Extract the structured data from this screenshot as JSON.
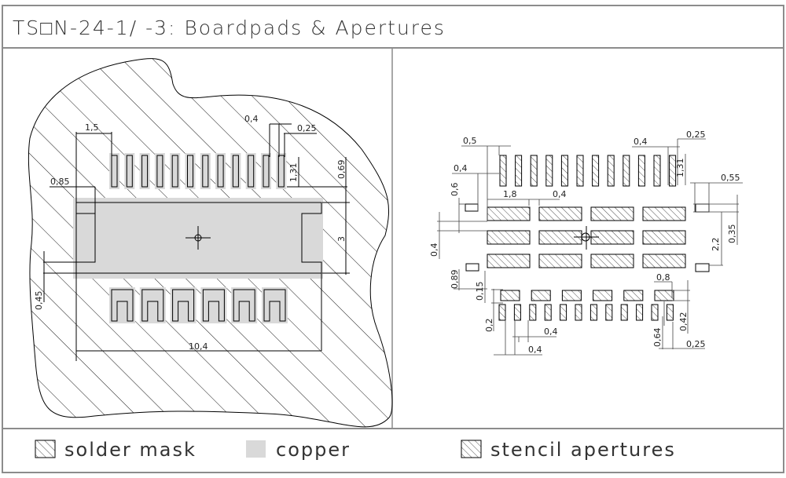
{
  "title": "TS□N-24-1/  -3: Boardpads & Apertures",
  "colors": {
    "copper": "#d9d9d9",
    "line": "#000000",
    "border": "#8c8c8c"
  },
  "legend": [
    {
      "key": "solder_mask",
      "label": "solder mask",
      "swatch": "hatch"
    },
    {
      "key": "copper",
      "label": "copper",
      "swatch": "solid-gray"
    },
    {
      "key": "stencil",
      "label": "stencil apertures",
      "swatch": "hatch-dense"
    }
  ],
  "boardpads": {
    "top_pin_count": 12,
    "bottom_pin_count": 6,
    "dimensions": {
      "offset_left": "1,5",
      "pitch": "0,4",
      "pin_width": "0,25",
      "pin_length": "1,31",
      "notch": "0,85",
      "gap_top": "0,69",
      "pad_height": "3",
      "bottom_gap": "0,45",
      "total_width": "10,4"
    }
  },
  "apertures": {
    "top_pin_count": 12,
    "bottom_pin_count": 12,
    "grid_rows": 3,
    "grid_cols": 4,
    "bottom_small_count": 6,
    "dimensions": {
      "top_offset": "0,5",
      "top_pitch": "0,4",
      "top_pin_width": "0,25",
      "top_pin_length": "1,31",
      "left_small": "0,4",
      "left_height": "0,6",
      "block_width": "1,8",
      "block_gap": "0,4",
      "right_small": "0,55",
      "right_height": "0,35",
      "row_span": "2,2",
      "left_gap": "0,4",
      "left_offset": "0,89",
      "bottom_gap": "0,15",
      "small_width": "0,8",
      "bottom_pin_gap": "0,2",
      "bottom_pitch_a": "0,4",
      "bottom_pitch_b": "0,4",
      "bottom_pin_len": "0,64",
      "bottom_pin_height": "0,42",
      "bottom_pin_width": "0,25"
    }
  }
}
